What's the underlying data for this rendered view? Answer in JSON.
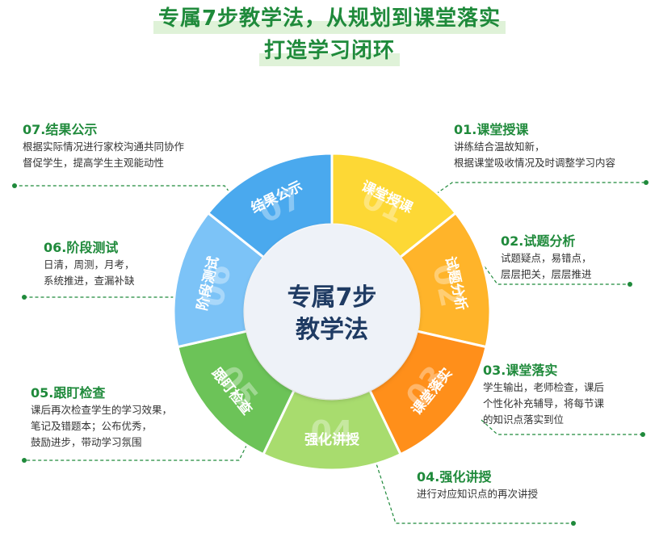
{
  "header": {
    "title_line1": "专属7步教学法，从规划到课堂落实",
    "title_line2": "打造学习闭环"
  },
  "center": {
    "line1": "专属7步",
    "line2": "教学法"
  },
  "colors": {
    "brand_green": "#1f8a3b",
    "title_highlight": "#dff2d8",
    "seg1": "#fdd835",
    "seg2": "#ffb42a",
    "seg3": "#ff8f1a",
    "seg4": "#a8dc6e",
    "seg5": "#6cc358",
    "seg6": "#7cc3f7",
    "seg7": "#4aa9ee",
    "center_fill": "#eef2f8",
    "center_text": "#1f3b63"
  },
  "steps": [
    {
      "num": "01",
      "label": "课堂授课",
      "heading": "01.课堂授课",
      "desc": [
        "讲练结合温故知新，",
        "根据课堂吸收情况及时调整学习内容"
      ]
    },
    {
      "num": "02",
      "label": "试题分析",
      "heading": "02.试题分析",
      "desc": [
        "试题疑点，易错点，",
        "层层把关，层层推进"
      ]
    },
    {
      "num": "03",
      "label": "课堂落实",
      "heading": "03.课堂落实",
      "desc": [
        "学生输出，老师检查，课后",
        "个性化补充辅导，将每节课",
        "的知识点落实到位"
      ]
    },
    {
      "num": "04",
      "label": "强化讲授",
      "heading": "04.强化讲授",
      "desc": [
        "进行对应知识点的再次讲授"
      ]
    },
    {
      "num": "05",
      "label": "跟盯检查",
      "heading": "05.跟盯检查",
      "desc": [
        "课后再次检查学生的学习效果，",
        "笔记及错题本；公布优秀，",
        "鼓励进步，带动学习氛围"
      ]
    },
    {
      "num": "06",
      "label": "阶段测试",
      "heading": "06.阶段测试",
      "desc": [
        "日清，周测，月考，",
        "系统推进，查漏补缺"
      ]
    },
    {
      "num": "07",
      "label": "结果公示",
      "heading": "07.结果公示",
      "desc": [
        "根据实际情况进行家校沟通共同协作",
        "督促学生，提高学生主观能动性"
      ]
    }
  ]
}
